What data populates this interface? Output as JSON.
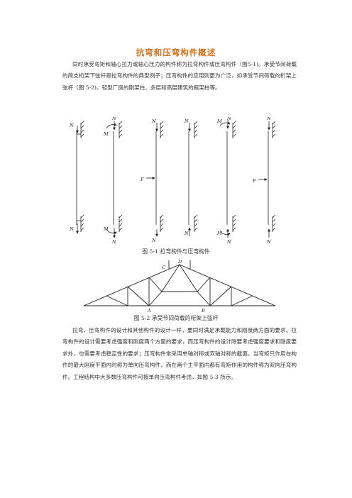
{
  "title": "抗弯和压弯构件概述",
  "paragraphs": [
    "同时承受弯矩和轴心拉力或轴心压力的构件称为拉弯构件或压弯构件（图5-1)。承受节间荷载的简支桁架下弦杆是拉弯构件的典型例子；压弯构件的应用则更为广泛，如承受节间荷载的桁架上弦杆（图 5-2)、轻型厂房的刚架柱、多层和高层建筑的框架柱等。",
    "拉弯、压弯构件的设计和其他构件的设计一样，要同时满足承载能力和刚度两方面的要求。拉弯构件的设计需要考虑强度和刚度两个方面的要求，而压弯构件的设计除要考虑强度要求和刚度要求外，也需要考虑稳定性的要求；压弯构件常采用单轴对称或双轴对称的截面。当弯矩只作用在构件的最大刚度平面内时称为单向压弯构件，而在两个主平面内都有弯矩作用的构件称为双向压弯构件。工程结构中大多数压弯构件可按单向压弯构件考虑，如图 5-3 所示。"
  ],
  "captions": {
    "fig1": "图 5-1   拉弯构件与压弯构件",
    "fig2": "图 5-2   承受节间荷载的桁架上弦杆"
  },
  "fig1_labels": {
    "n": "N",
    "m": "M",
    "f": "F"
  },
  "fig2_labels": {
    "a": "A",
    "b": "B",
    "c": "C",
    "d": "D"
  }
}
